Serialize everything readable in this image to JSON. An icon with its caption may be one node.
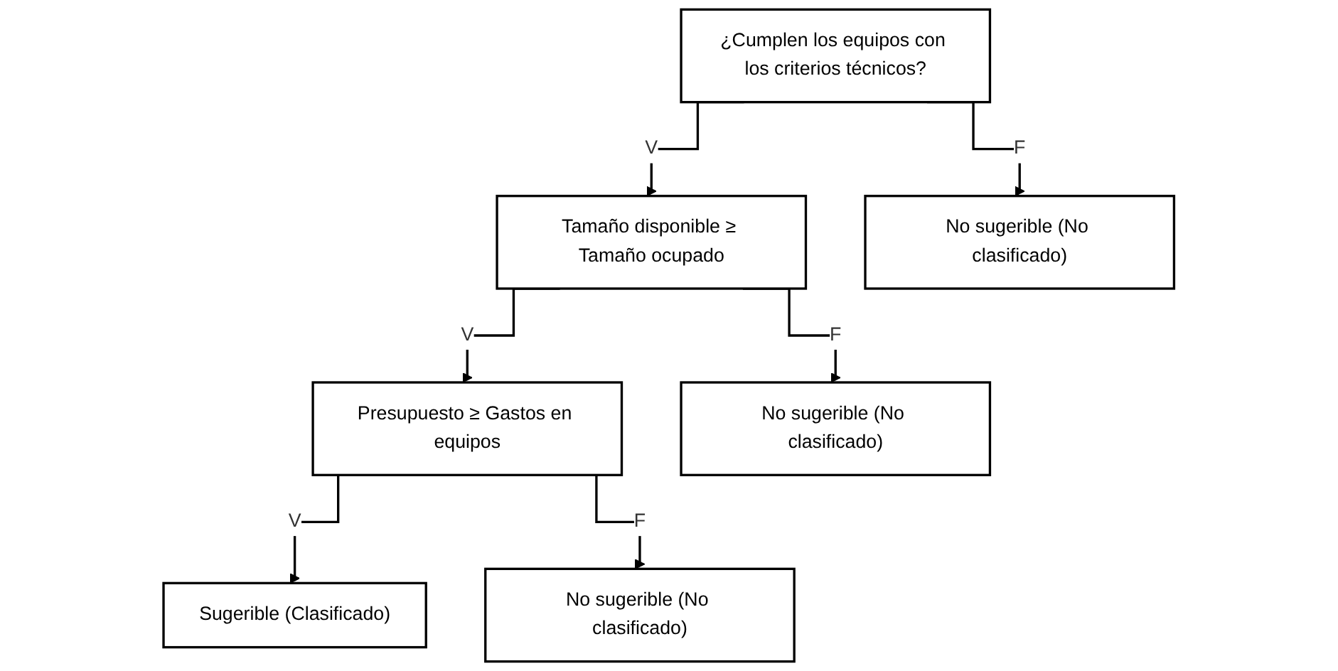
{
  "diagram": {
    "nodes": [
      {
        "text": [
          "¿Cumplen los equipos con los criterios técnicos?"
        ]
      },
      {
        "text": [
          "Tamaño disponible ≥ Tamaño ocupado"
        ]
      },
      {
        "text": [
          "No sugerible (No clasificado)"
        ]
      },
      {
        "text": [
          "Presupuesto ≥ Gastos en equipos"
        ]
      },
      {
        "text": [
          "No sugerible (No clasificado)"
        ]
      },
      {
        "text": [
          "Sugerible (Clasificado)"
        ]
      },
      {
        "text": [
          "No sugerible (No clasificado)"
        ]
      }
    ],
    "edges": [
      {
        "from": 0,
        "to": 1,
        "arrow": "to",
        "label": "V"
      },
      {
        "from": 0,
        "to": 2,
        "arrow": "to",
        "label": "F"
      },
      {
        "from": 1,
        "to": 3,
        "arrow": "to",
        "label": "V"
      },
      {
        "from": 1,
        "to": 4,
        "arrow": "to",
        "label": "F"
      },
      {
        "from": 3,
        "to": 5,
        "arrow": "to",
        "label": "V"
      },
      {
        "from": 3,
        "to": 6,
        "arrow": "to",
        "label": "F"
      }
    ]
  }
}
